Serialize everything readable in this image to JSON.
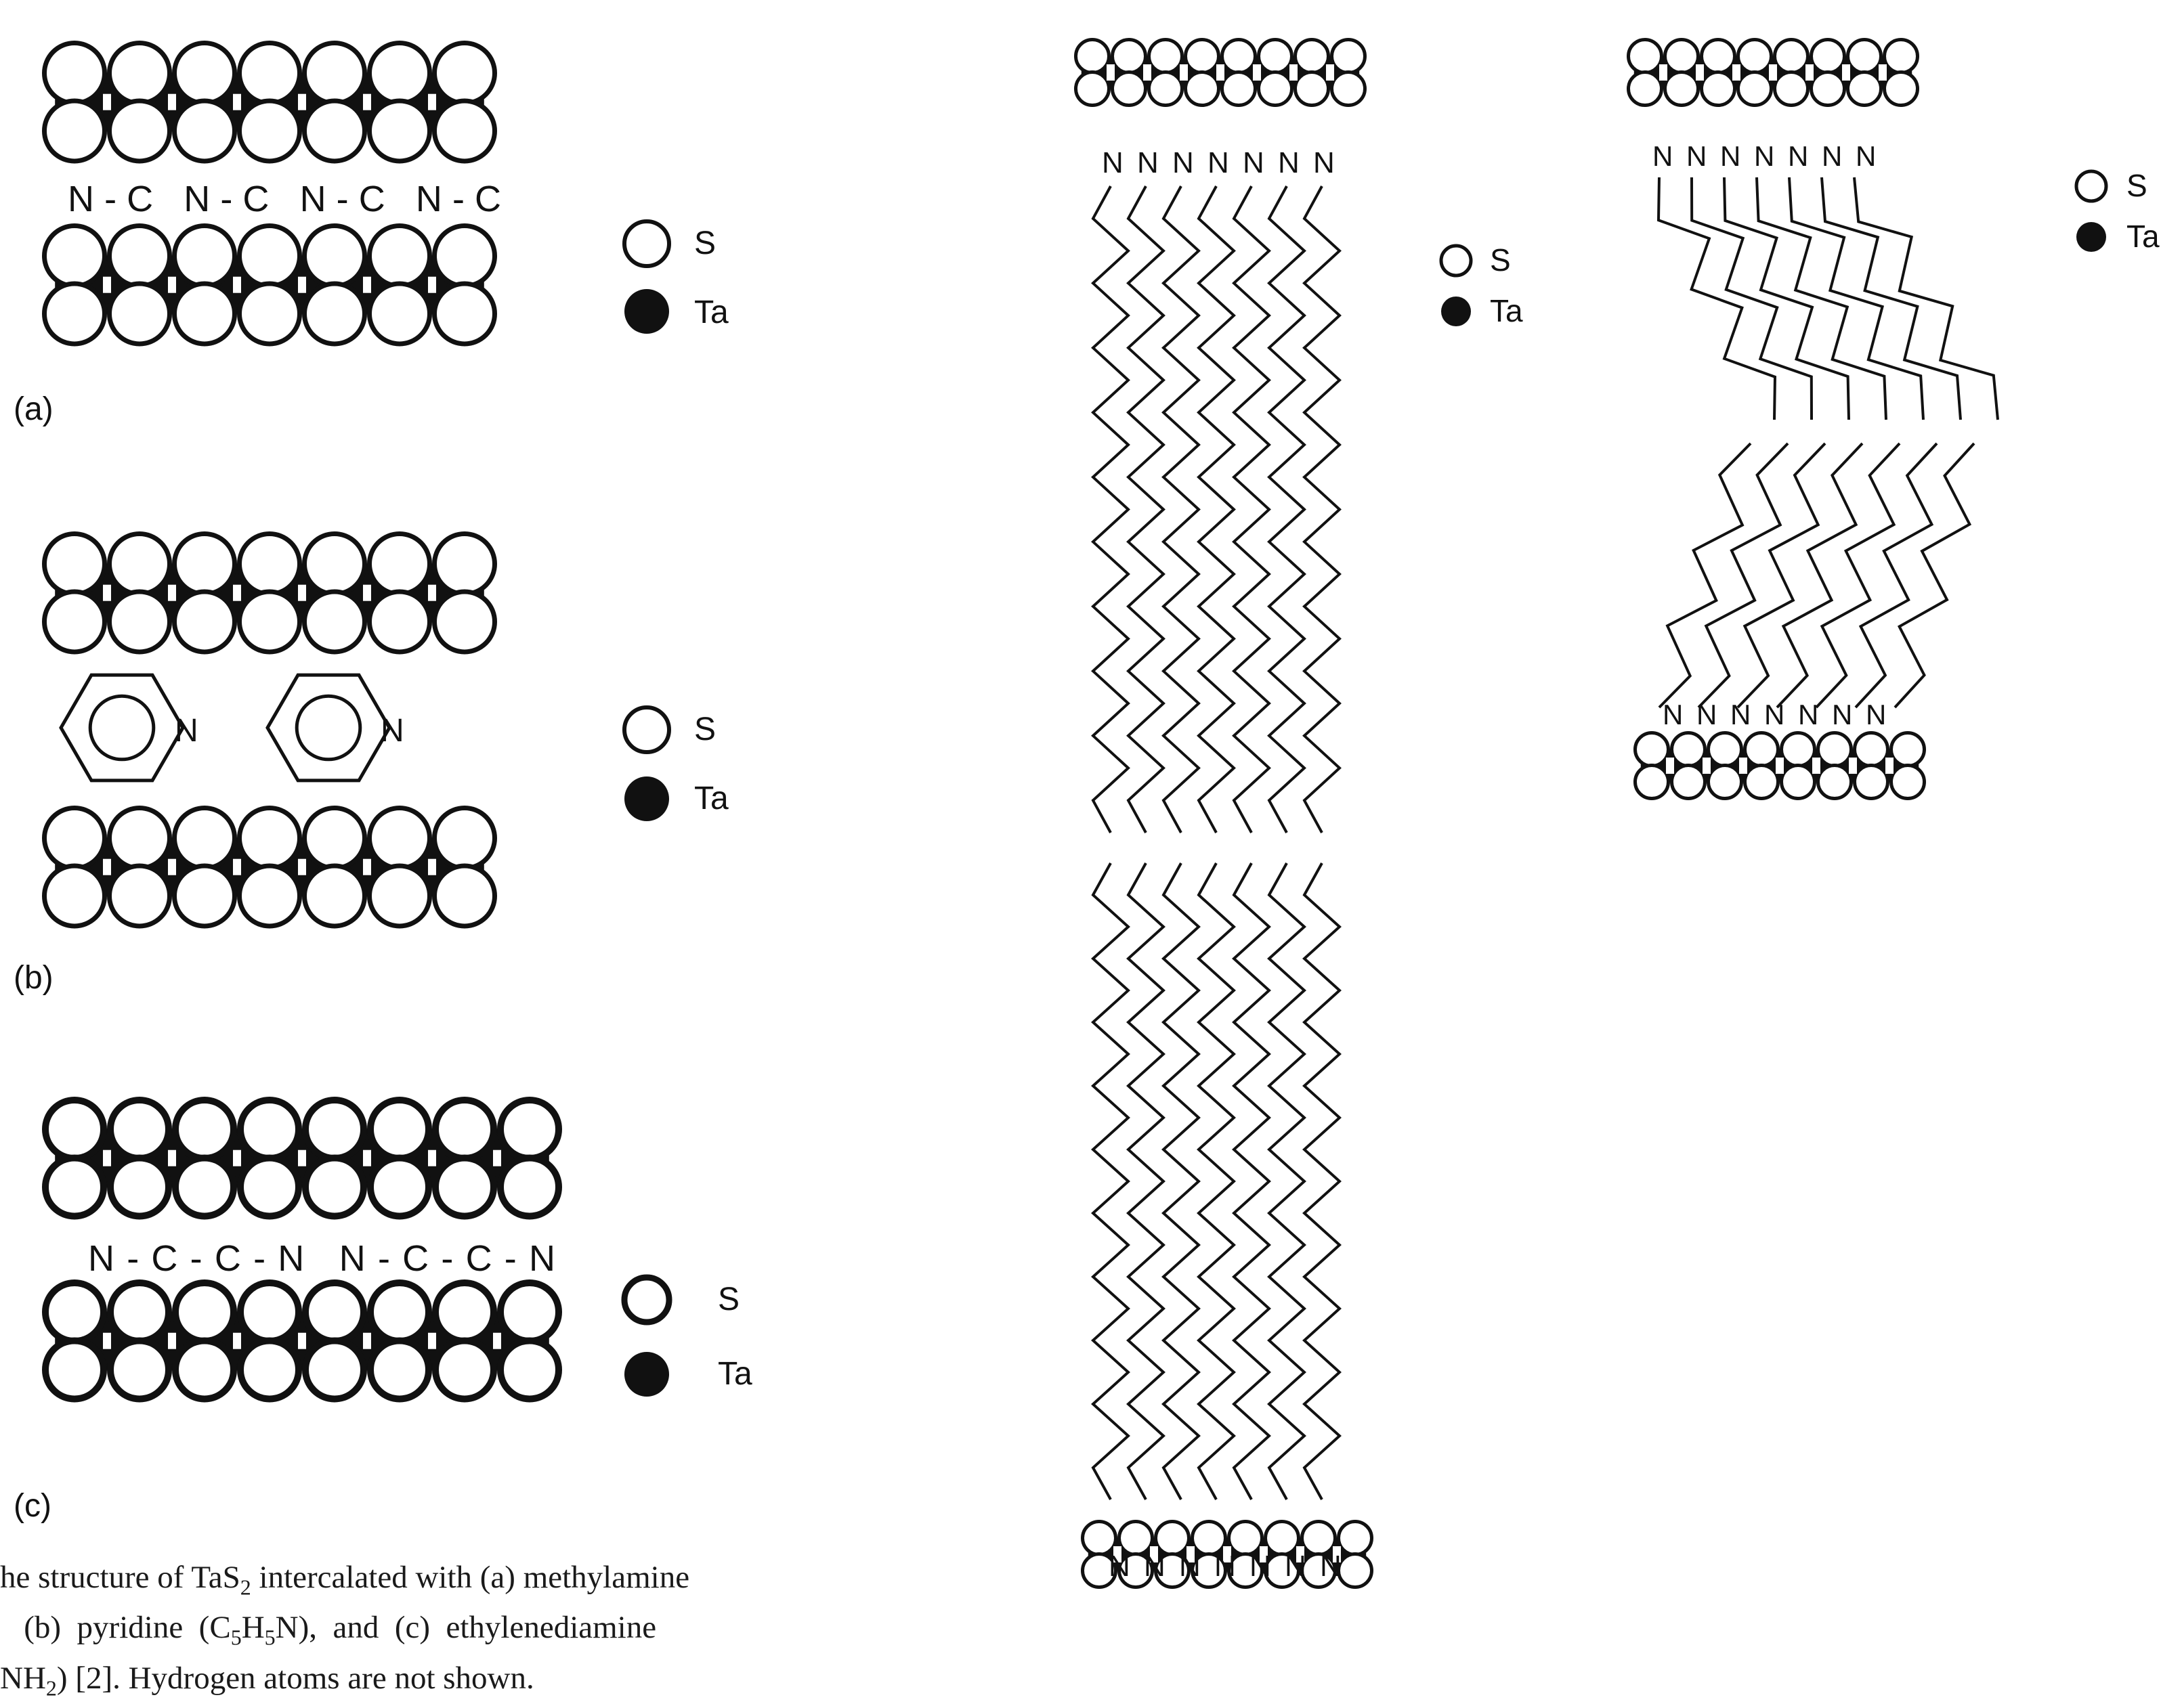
{
  "legend": {
    "s_label": "S",
    "ta_label": "Ta"
  },
  "panels": {
    "a": {
      "label": "(a)",
      "molecule_label": "N-C N-C N-C N-C"
    },
    "b": {
      "label": "(b)",
      "ring_atom_1": "N",
      "ring_atom_2": "N"
    },
    "c": {
      "label": "(c)",
      "molecule_label": "N-C-C-N N-C-C-N"
    }
  },
  "long_chain_atom": "N",
  "caption": {
    "line1": "he structure of TaS",
    "line1_sub": "2",
    "line1_rest": " intercalated with (a) methylamine",
    "line2": "   (b)  pyridine  (C",
    "line2_sub1": "5",
    "line2_mid": "H",
    "line2_sub2": "5",
    "line2_rest": "N),  and  (c)  ethylenediamine",
    "line3": "NH",
    "line3_sub": "2",
    "line3_rest": ") [2]. Hydrogen atoms are not shown."
  },
  "colors": {
    "ink": "#111111",
    "paper": "#ffffff"
  }
}
